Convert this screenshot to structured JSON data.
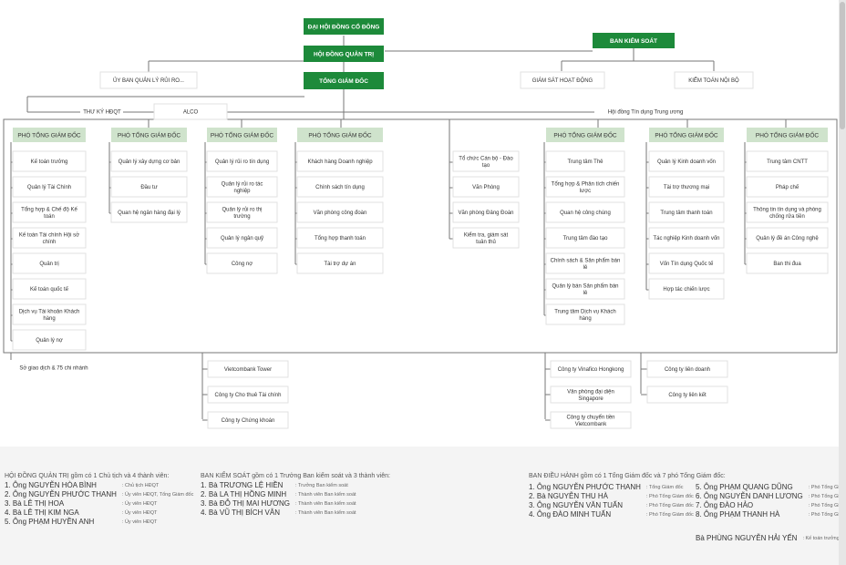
{
  "colors": {
    "green_dark": "#1d8a3a",
    "green_light": "#cfe3cc",
    "line": "#777777",
    "box_border": "#e1e1e1",
    "text": "#333333"
  },
  "chart": {
    "top": {
      "general_meeting": "ĐẠI HỘI ĐỒNG CỔ ĐÔNG",
      "board": "HỘI ĐỒNG QUẢN TRỊ",
      "ceo": "TỔNG GIÁM ĐỐC",
      "supervisory": "BAN KIỂM SOÁT"
    },
    "second_row": {
      "risk_committee": "ỦY BAN QUẢN LÝ RỦI RO...",
      "activity_supervision": "GIÁM SÁT HOẠT ĐỘNG",
      "internal_audit": "KIỂM TOÁN NỘI BỘ"
    },
    "third_row": {
      "secretary": "THƯ KÝ HĐQT",
      "alco": "ALCO",
      "credit_council": "Hội đồng Tín dụng Trung ương"
    },
    "columns": [
      {
        "header": "PHÓ TỔNG GIÁM ĐỐC",
        "items": [
          "Kế toán trưởng",
          "Quản lý Tài Chính",
          "Tổng hợp & Chế độ Kế toán",
          "Kế toán Tài chính Hội sở chính",
          "Quản trị",
          "Kế toán quốc tế",
          "Dịch vụ Tài khoản Khách hàng",
          "Quản lý nợ"
        ]
      },
      {
        "header": "PHÓ TỔNG GIÁM ĐỐC",
        "items": [
          "Quản lý xây dựng cơ bản",
          "Đầu tư",
          "Quan hệ ngân hàng đại lý"
        ]
      },
      {
        "header": "PHÓ TỔNG GIÁM ĐỐC",
        "items": [
          "Quản lý rủi ro tín dụng",
          "Quản lý rủi ro tác nghiệp",
          "Quản lý rủi ro thị trường",
          "Quản lý ngân quỹ",
          "Công nợ"
        ]
      },
      {
        "header": "PHÓ TỔNG GIÁM ĐỐC",
        "items": [
          "Khách hàng Doanh nghiệp",
          "Chính sách tín dụng",
          "Văn phòng công đoàn",
          "Tổng hợp thanh toán",
          "Tài trợ dự án"
        ]
      },
      {
        "header": "",
        "items": [
          "Tổ chức Cán bộ - Đào tạo",
          "Văn Phòng",
          "Văn phòng Đảng Đoàn",
          "Kiểm tra, giám sát tuân thủ"
        ]
      },
      {
        "header": "PHÓ TỔNG GIÁM ĐỐC",
        "items": [
          "Trung tâm Thẻ",
          "Tổng hợp & Phân tích chiến lược",
          "Quan hệ công chúng",
          "Trung tâm đào tạo",
          "Chính sách & Sản phẩm bán lẻ",
          "Quản lý bán Sản phẩm bán lẻ",
          "Trung tâm Dịch vụ Khách hàng"
        ]
      },
      {
        "header": "PHÓ TỔNG GIÁM ĐỐC",
        "items": [
          "Quản lý Kinh doanh vốn",
          "Tài trợ thương mại",
          "Trung tâm thanh toán",
          "Tác nghiệp Kinh doanh vốn",
          "Vốn Tín dụng Quốc tế",
          "Hợp tác chiến lược"
        ]
      },
      {
        "header": "PHÓ TỔNG GIÁM ĐỐC",
        "items": [
          "Trung tâm CNTT",
          "Pháp chế",
          "Thông tin tín dụng và phòng chống rửa tiền",
          "Quản lý đề án Công nghệ",
          "Ban thi đua"
        ]
      }
    ],
    "bottom": {
      "branches": "Sở giao dịch & 75 chi nhánh",
      "group_a": [
        "Vietcombank Tower",
        "Công ty Cho thuê Tài chính",
        "Công ty Chứng khoán"
      ],
      "group_b": [
        "Công ty Vinafico Hongkong",
        "Văn phòng đại diện Singapore",
        "Công ty chuyển tiền Vietcombank"
      ],
      "group_c": [
        "Công ty liên doanh",
        "Công ty liên kết"
      ]
    }
  },
  "footer": {
    "board": {
      "heading": "HỘI ĐỒNG QUẢN TRỊ gồm có 1 Chủ tịch và 4 thành viên:",
      "members": [
        {
          "name": "1. Ông NGUYỄN HÒA BÌNH",
          "role": ": Chủ tịch HĐQT"
        },
        {
          "name": "2. Ông NGUYỄN PHƯỚC THANH",
          "role": ": Ủy viên HĐQT, Tổng Giám đốc"
        },
        {
          "name": "3. Bà LÊ THỊ HOA",
          "role": ": Ủy viên HĐQT"
        },
        {
          "name": "4. Bà LÊ THỊ KIM NGA",
          "role": ": Ủy viên HĐQT"
        },
        {
          "name": "5. Ông PHẠM HUYỀN ANH",
          "role": ": Ủy viên HĐQT"
        }
      ]
    },
    "supervisory": {
      "heading": "BAN KIỂM SOÁT gồm có 1 Trưởng Ban kiểm soát và 3 thành viên:",
      "members": [
        {
          "name": "1. Bà TRƯƠNG LỆ HIỀN",
          "role": ": Trưởng Ban kiểm soát"
        },
        {
          "name": "2. Bà LA THỊ HỒNG MINH",
          "role": ": Thành viên Ban kiểm soát"
        },
        {
          "name": "3. Bà ĐỖ THỊ MAI HƯƠNG",
          "role": ": Thành viên Ban kiểm soát"
        },
        {
          "name": "4. Bà VŨ THỊ BÍCH VÂN",
          "role": ": Thành viên Ban kiểm soát"
        }
      ]
    },
    "executive": {
      "heading": "BAN ĐIỀU HÀNH gồm có 1 Tổng Giám đốc và 7 phó Tổng Giám đốc:",
      "left": [
        {
          "name": "1. Ông NGUYỄN PHƯỚC THANH",
          "role": ": Tổng Giám đốc"
        },
        {
          "name": "2. Bà NGUYỄN THU HÀ",
          "role": ": Phó Tổng Giám đốc"
        },
        {
          "name": "3. Ông NGUYỄN VĂN TUẤN",
          "role": ": Phó Tổng Giám đốc"
        },
        {
          "name": "4. Ông ĐÀO MINH TUẤN",
          "role": ": Phó Tổng Giám đốc"
        }
      ],
      "right": [
        {
          "name": "5. Ông PHẠM QUANG DŨNG",
          "role": ": Phó Tổng Giám đốc"
        },
        {
          "name": "6. Ông NGUYỄN DANH LƯƠNG",
          "role": ": Phó Tổng Giám đốc"
        },
        {
          "name": "7. Ông ĐÀO HẢO",
          "role": ": Phó Tổng Giám đốc"
        },
        {
          "name": "8. Ông PHẠM THANH HÀ",
          "role": ": Phó Tổng Giám đốc"
        }
      ],
      "extra": {
        "name": "Bà PHÙNG NGUYỄN HẢI YẾN",
        "role": ": Kế toán trưởng"
      }
    }
  }
}
